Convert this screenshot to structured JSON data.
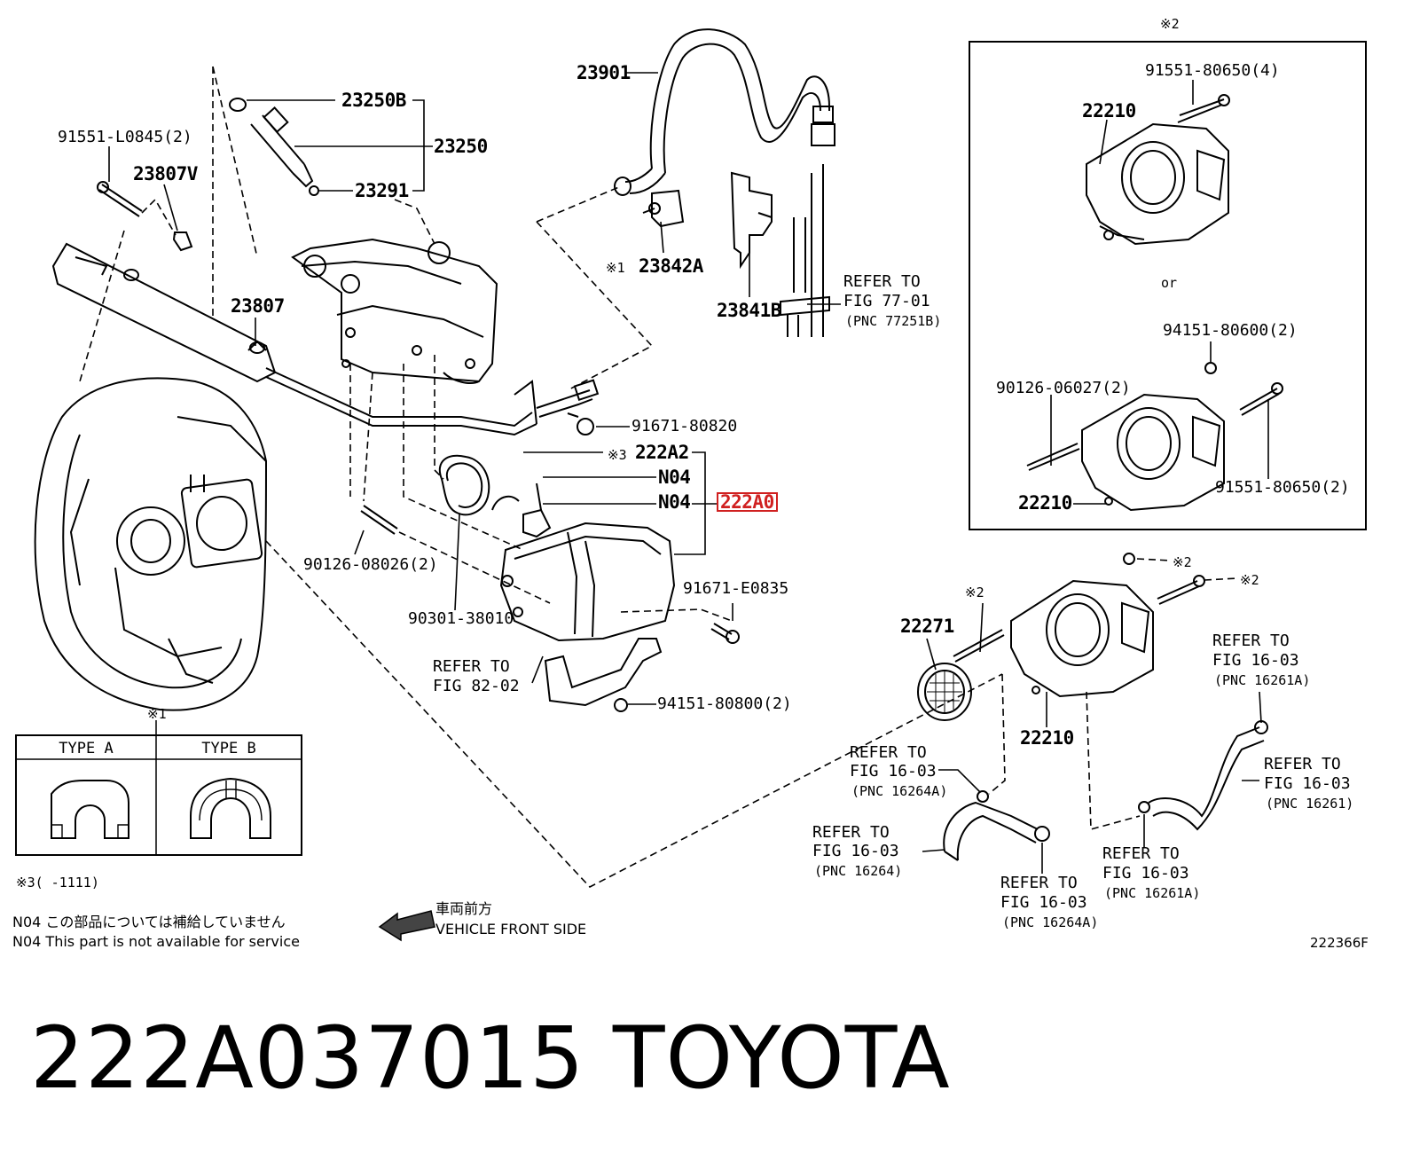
{
  "labels": {
    "p23901": "23901",
    "p23250B": "23250B",
    "p23250": "23250",
    "p23291": "23291",
    "p91551_L0845": "91551-L0845(2)",
    "p23807V": "23807V",
    "p23807": "23807",
    "x1a": "※1",
    "p23842A": "23842A",
    "p23841B": "23841B",
    "ref77_1": "REFER TO",
    "ref77_2": "FIG 77-01",
    "ref77_3": "(PNC 77251B)",
    "p91671_80820": "91671-80820",
    "x3": "※3",
    "p222A2": "222A2",
    "n04a": "N04",
    "n04b": "N04",
    "p222A0": "222A0",
    "p90126_08026": "90126-08026(2)",
    "p90301_38010": "90301-38010",
    "p91671_E0835": "91671-E0835",
    "ref82_1": "REFER TO",
    "ref82_2": "FIG 82-02",
    "p94151_80800": "94151-80800(2)",
    "x1b": "※1",
    "typeA": "TYPE A",
    "typeB": "TYPE B",
    "x3note": "※3(     -1111)",
    "note1": "N04  この部品については補給していません",
    "note2": "N04  This part is not available for service",
    "front1": "車両前方",
    "front2": "VEHICLE FRONT SIDE",
    "x2box": "※2",
    "box_91551_4": "91551-80650(4)",
    "box_22210a": "22210",
    "box_or": "or",
    "box_94151": "94151-80600(2)",
    "box_90126": "90126-06027(2)",
    "box_91551_2": "91551-80650(2)",
    "box_22210b": "22210",
    "x2a": "※2",
    "x2b": "※2",
    "x2c": "※2",
    "p22271": "22271",
    "p22210": "22210",
    "r16_261A_1": "REFER TO",
    "r16_261A_2": "FIG 16-03",
    "r16_261A_3": "(PNC 16261A)",
    "r16_264A_1": "REFER TO",
    "r16_264A_2": "FIG 16-03",
    "r16_264A_3": "(PNC 16264A)",
    "r16_261_1": "REFER TO",
    "r16_261_2": "FIG 16-03",
    "r16_261_3": "(PNC 16261)",
    "r16_264_1": "REFER TO",
    "r16_264_2": "FIG 16-03",
    "r16_264_3": "(PNC 16264)",
    "r16_264Ab_1": "REFER TO",
    "r16_264Ab_2": "FIG 16-03",
    "r16_264Ab_3": "(PNC 16264A)",
    "r16_261Ab_1": "REFER TO",
    "r16_261Ab_2": "FIG 16-03",
    "r16_261Ab_3": "(PNC 16261A)",
    "code": "222366F"
  },
  "bottom_title": "222A037015   TOYOTA",
  "highlight_color": "#d02020"
}
